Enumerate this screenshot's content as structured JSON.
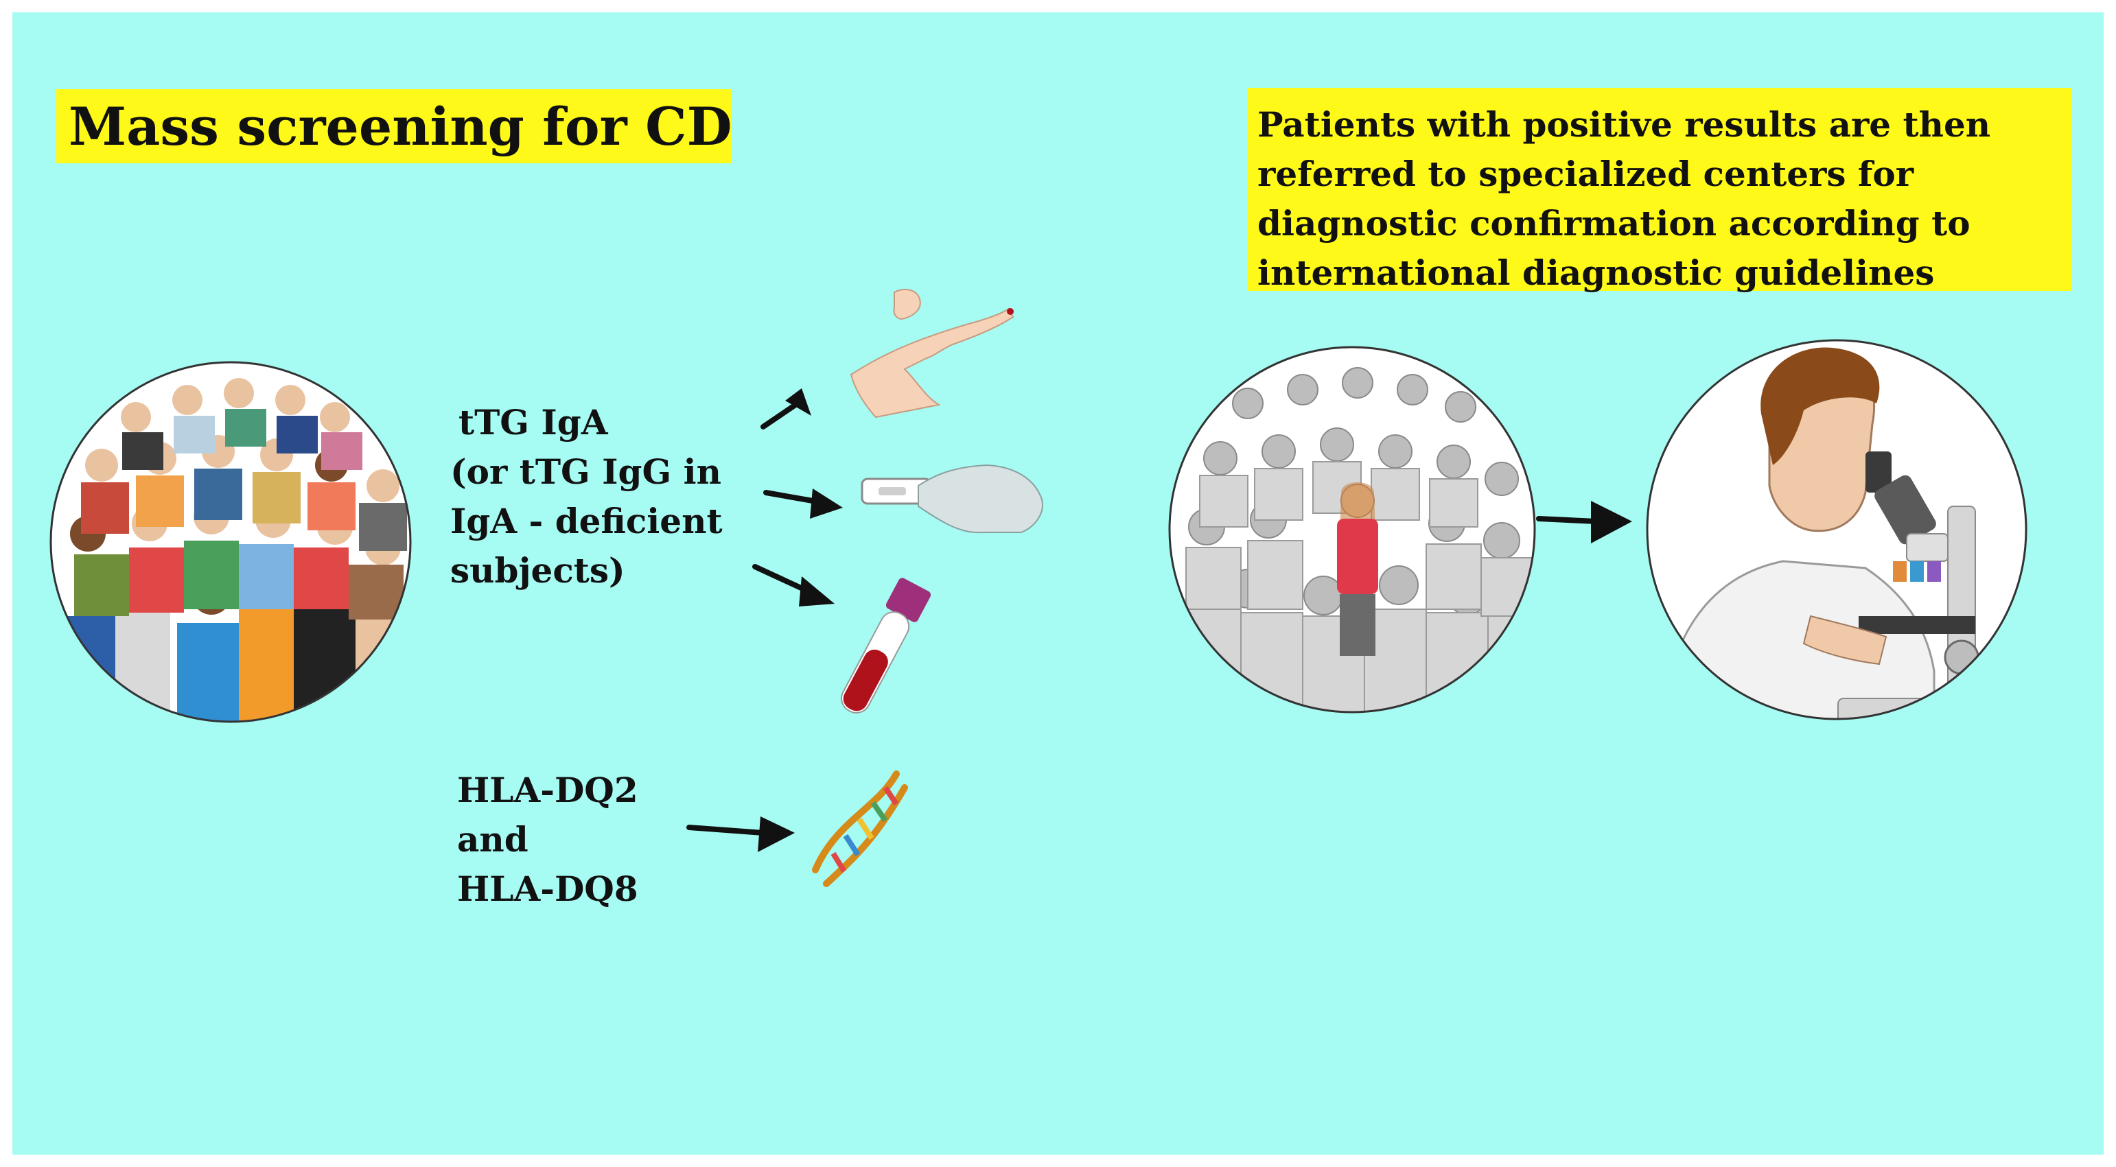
{
  "title": "Mass screening for CD",
  "note_lines": [
    "Patients with positive results are then",
    "referred to specialized centers for",
    "diagnostic confirmation  according to",
    "international diagnostic guidelines"
  ],
  "serology_lines": [
    "tTG IgA",
    "(or tTG IgG in",
    "IgA - deficient",
    "subjects)"
  ],
  "genetic_lines": [
    "HLA-DQ2",
    "and",
    "HLA-DQ8"
  ],
  "colors": {
    "background": "#a6fbf2",
    "highlight": "#fff91a",
    "arrow": "#111111"
  },
  "icons": {
    "population": "crowd-colored-icon",
    "finger_prick": "finger-prick-icon",
    "rapid_test": "rapid-test-strip-icon",
    "blood_tube": "blood-sample-tube-icon",
    "dna": "dna-helix-icon",
    "positive_group": "crowd-grayscale-highlight-icon",
    "specialist": "scientist-microscope-icon"
  }
}
